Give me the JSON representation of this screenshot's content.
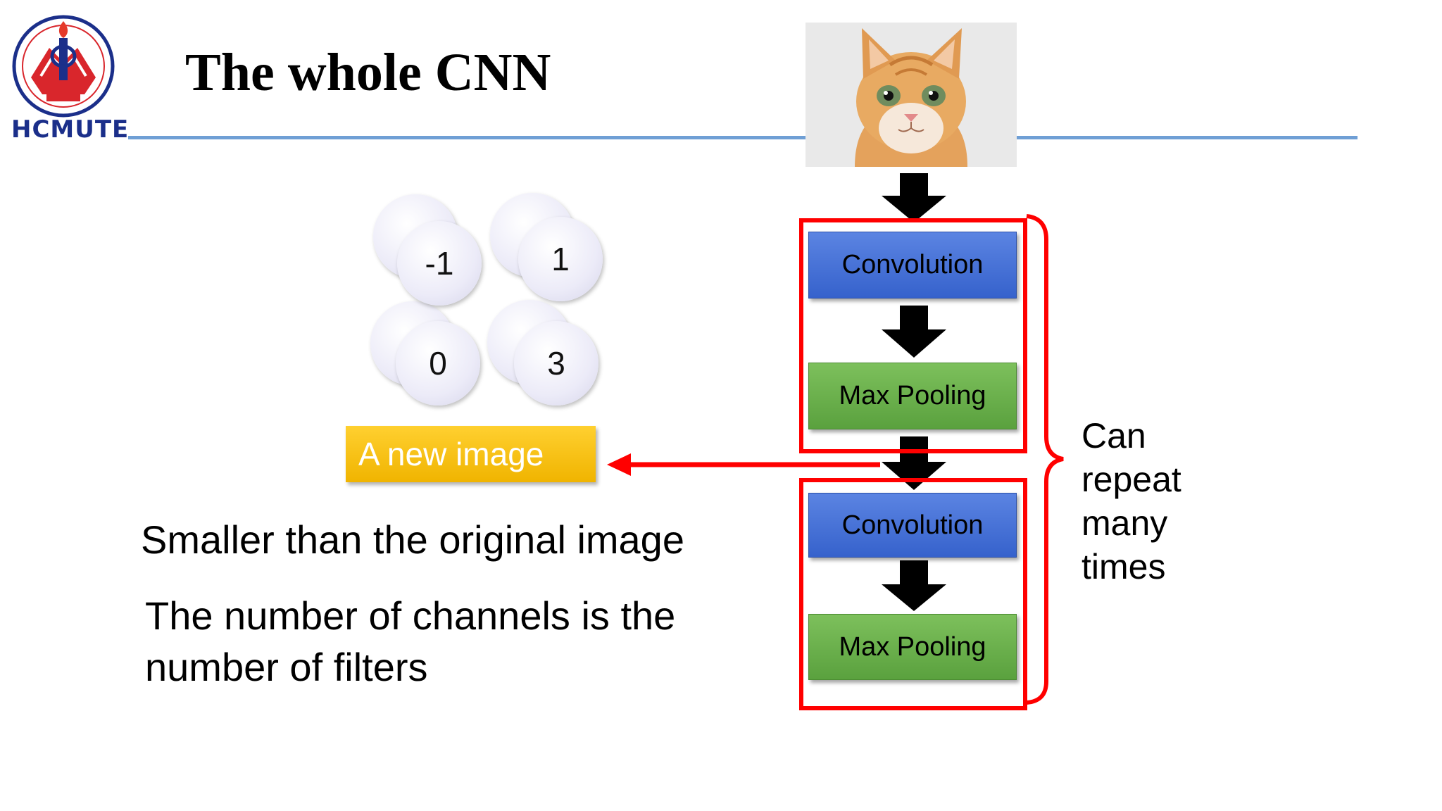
{
  "header": {
    "logo_text": "HCMUTE",
    "title": "The whole CNN"
  },
  "diagram": {
    "blocks": {
      "conv1": "Convolution",
      "pool1": "Max Pooling",
      "conv2": "Convolution",
      "pool2": "Max Pooling"
    },
    "repeat_label": "Can repeat many times",
    "new_image_label": "A new image",
    "channel_values": [
      "-1",
      "1",
      "0",
      "3"
    ]
  },
  "body": {
    "line1": "Smaller than the original image",
    "line2": "The number of channels is the number of filters"
  },
  "colors": {
    "accent_red": "#ff0000",
    "rule_blue": "#6f9fd5",
    "conv_blue": "#4472c4",
    "pool_green": "#70ad47",
    "new_image_yellow": "#ffc000"
  },
  "icons": {
    "logo": "hcmute-logo-icon",
    "cat": "cat-photo"
  }
}
